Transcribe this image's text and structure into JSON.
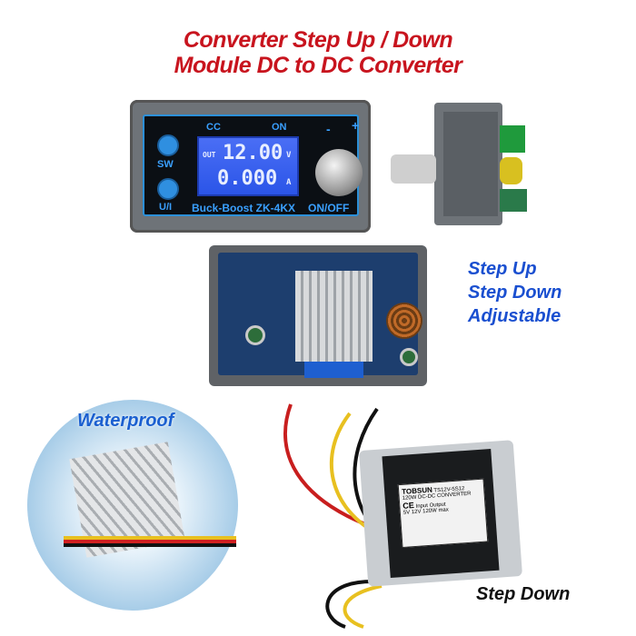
{
  "title": {
    "line1": "Converter Step Up / Down",
    "line2": "Module DC to DC Converter"
  },
  "module": {
    "btn_sw": "SW",
    "btn_ui": "U/I",
    "cc": "CC",
    "on": "ON",
    "out": "OUT",
    "voltage": "12.00",
    "v_unit": "V",
    "current": "0.000",
    "a_unit": "A",
    "model": "Buck-Boost ZK-4KX",
    "onoff": "ON/OFF",
    "minus": "-",
    "plus": "+"
  },
  "features": [
    "Step Up",
    "Step Down",
    "Adjustable"
  ],
  "waterproof": "Waterproof",
  "converter": {
    "brand": "TOBSUN",
    "model": "TS12V-5S12",
    "desc": "120W DC-DC CONVERTER",
    "input_label": "Input",
    "output_label": "Output",
    "input": "5V",
    "output": "12V 120W max",
    "ce": "CE"
  },
  "step_down": "Step Down"
}
